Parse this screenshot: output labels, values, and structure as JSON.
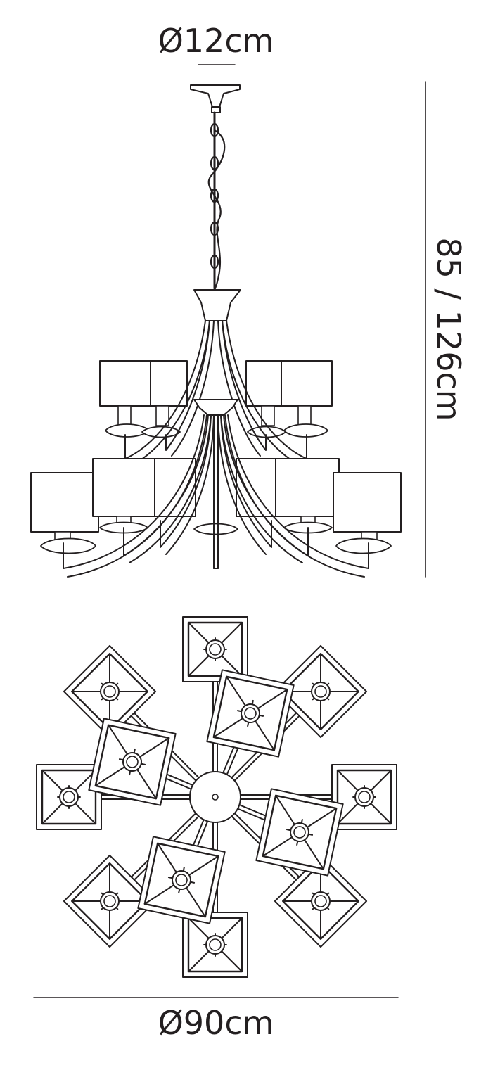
{
  "dimensions": {
    "top_diameter": "Ø12cm",
    "height": "85 / 126cm",
    "bottom_diameter": "Ø90cm"
  },
  "colors": {
    "line": "#231f20",
    "background": "#ffffff"
  }
}
